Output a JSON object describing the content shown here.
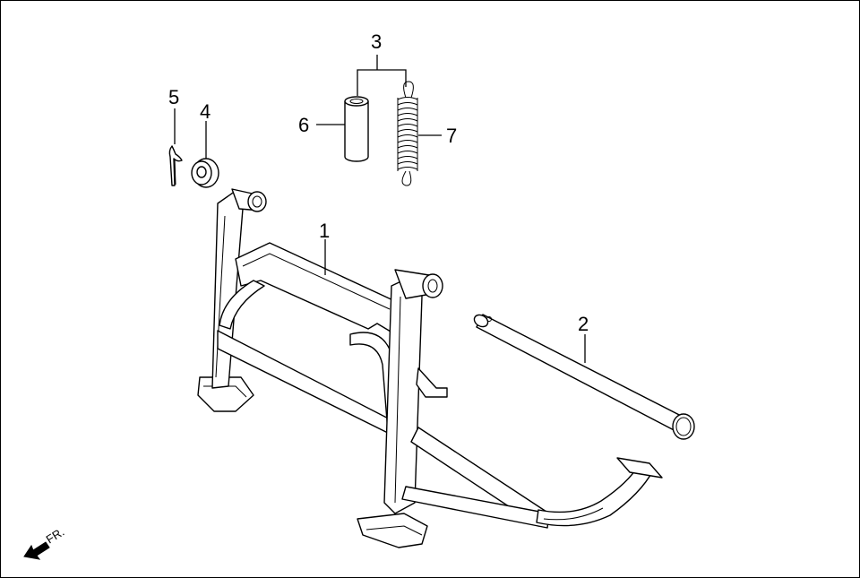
{
  "diagram": {
    "callouts": [
      {
        "id": "1",
        "label": "1"
      },
      {
        "id": "2",
        "label": "2"
      },
      {
        "id": "3",
        "label": "3"
      },
      {
        "id": "4",
        "label": "4"
      },
      {
        "id": "5",
        "label": "5"
      },
      {
        "id": "6",
        "label": "6"
      },
      {
        "id": "7",
        "label": "7"
      }
    ],
    "direction_marker": "FR."
  }
}
